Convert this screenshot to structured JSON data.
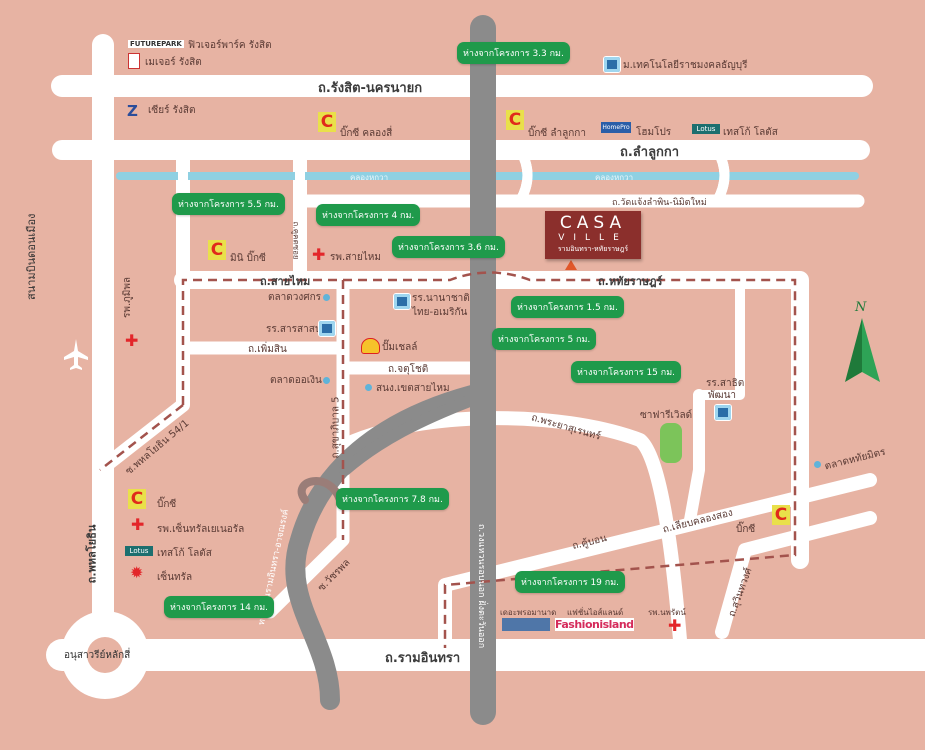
{
  "project": {
    "name": "CASA",
    "name2": "VILLE",
    "subtitle": "รามอินทรา-หทัยราษฎร์"
  },
  "roads": {
    "rangsit": "ถ.รังสิต-นครนายก",
    "lamlukka": "ถ.ลำลูกกา",
    "watchaeng": "ถ.วัดแจ้งลำพิน-นิมิตใหม่",
    "saimai": "ถ.สายไหม",
    "hathairat": "ถ.หทัยราษฎร์",
    "phermsin": "ถ.เพิ่มสิน",
    "jatuchot": "ถ.จตุโชติ",
    "sukhaphiban5": "ถ.สุขาภิบาล 5",
    "phahon54": "ซ.พหลโยธิน 54/1",
    "phahonyothin": "ถ.พหลโยธิน",
    "ramintra": "ถ.รามอินทรา",
    "phrayasuren": "ถ.พระยาสุเรนทร์",
    "liapkhlongsong": "ถ.เลียบคลองสอง",
    "khubon": "ถ.คู้บอน",
    "suwinthawong": "ถ.สุวินทวงศ์",
    "watcharaphon": "ซ.วัชรพล",
    "expressway": "ทางด่วนรามอินทรา-อาจณรงค์",
    "outerring": "ถ.วงแหวนรอบนอก ฝั่งตะวันออก",
    "khubon_side": "ถ.คูคตซอย",
    "canal": "คลองหกวา",
    "canal2": "คลองหกวา",
    "monument": "อนุสาวรีย์หลักสี่",
    "airport": "สนามบินดอนเมือง"
  },
  "places": {
    "futurepark_logo": "FUTUREPARK",
    "futurepark": "ฟิวเจอร์พาร์ค รังสิต",
    "major": "เมเจอร์ รังสิต",
    "zeer": "เซียร์ รังสิต",
    "bigc_khlongsi": "บิ๊กซี คลองสี่",
    "bigc_lamlukka": "บิ๊กซี ลำลูกกา",
    "homepro": "โฮมโปร",
    "homepro_logo": "HomePro",
    "tesco1": "เทสโก้ โลตัส",
    "lotus_logo": "Lotus",
    "rmutt": "ม.เทคโนโลยีราชมงคลธัญบุรี",
    "minibigc": "มินิ บิ๊กซี",
    "saimai_hosp": "รพ.สายไหม",
    "bhumibol": "รพ.ภูมิพล",
    "wongsakorn": "ตลาดวงศกร",
    "sarasas": "รร.สารสาสน์",
    "tondoen": "ตลาดออเงิน",
    "isb": "รร.นานาชาติ ไทย-อเมริกัน",
    "shell": "ปั๊มเชลล์",
    "saimai_office": "สนง.เขตสายไหม",
    "sahit": "รร.สาธิต พัฒนา",
    "safari": "ซาฟารีเวิลด์",
    "hathaimit": "ตลาดหทัยมิตร",
    "bigc_r": "บิ๊กซี",
    "bigc_l": "บิ๊กซี",
    "central_hosp": "รพ.เซ็นทรัลเยเนอรัล",
    "tesco2": "เทสโก้ โลตัส",
    "central": "เซ็นทรัล",
    "promenade": "เดอะพรอมานาด",
    "fashion": "แฟชั่นไอส์แลนด์",
    "fashion_logo": "Fashionisland",
    "nopparat": "รพ.นพรัตน์",
    "north": "N"
  },
  "callouts": [
    "ห่างจากโครงการ 3.3 กม.",
    "ห่างจากโครงการ 5.5 กม.",
    "ห่างจากโครงการ 4 กม.",
    "ห่างจากโครงการ 3.6 กม.",
    "ห่างจากโครงการ 1.5 กม.",
    "ห่างจากโครงการ 5 กม.",
    "ห่างจากโครงการ 15 กม.",
    "ห่างจากโครงการ 7.8 กม.",
    "ห่างจากโครงการ 14 กม.",
    "ห่างจากโครงการ 19 กม."
  ],
  "colors": {
    "background": "#e7b3a3",
    "road": "#ffffff",
    "canal": "#8fd0e2",
    "expressway": "#8b8b8b",
    "route": "#a3534d",
    "callout": "#1f9a4b",
    "brand": "#8b2f2c"
  }
}
